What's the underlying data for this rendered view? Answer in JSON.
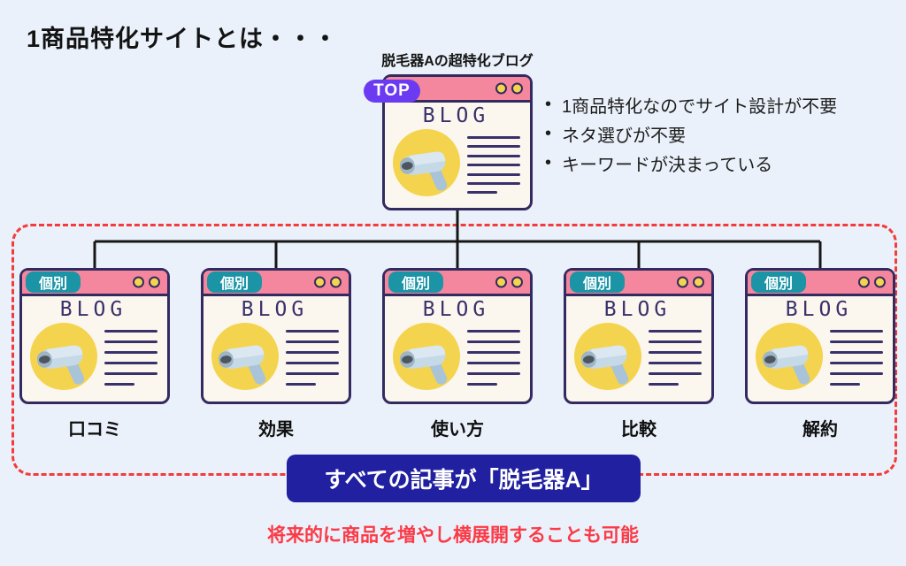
{
  "title": "1商品特化サイトとは・・・",
  "top_site": {
    "caption": "脱毛器Aの超特化ブログ",
    "badge": "TOP",
    "blog_label": "BLOG"
  },
  "benefits": {
    "bullet": "•",
    "items": [
      "1商品特化なのでサイト設計が不要",
      "ネタ選びが不要",
      "キーワードが決まっている"
    ]
  },
  "articles": [
    {
      "badge": "個別",
      "blog_label": "BLOG",
      "label": "口コミ"
    },
    {
      "badge": "個別",
      "blog_label": "BLOG",
      "label": "効果"
    },
    {
      "badge": "個別",
      "blog_label": "BLOG",
      "label": "使い方"
    },
    {
      "badge": "個別",
      "blog_label": "BLOG",
      "label": "比較"
    },
    {
      "badge": "個別",
      "blog_label": "BLOG",
      "label": "解約"
    }
  ],
  "banner": "すべての記事が「脱毛器A」",
  "footnote": "将来的に商品を増やし横展開することも可能",
  "colors": {
    "background": "#EAF1FA",
    "card_body": "#FBF7EF",
    "card_header_pink": "#F4879E",
    "card_border_navy": "#332B60",
    "blog_text_navy": "#39316A",
    "dot_yellow": "#F4D44E",
    "top_badge_purple": "#6B3BF2",
    "kobetsu_badge_teal": "#1B94A6",
    "dashed_outline_red": "#F23B3B",
    "banner_blue": "#2020A0",
    "footnote_red": "#FB3A47",
    "connector_black": "#161616"
  }
}
